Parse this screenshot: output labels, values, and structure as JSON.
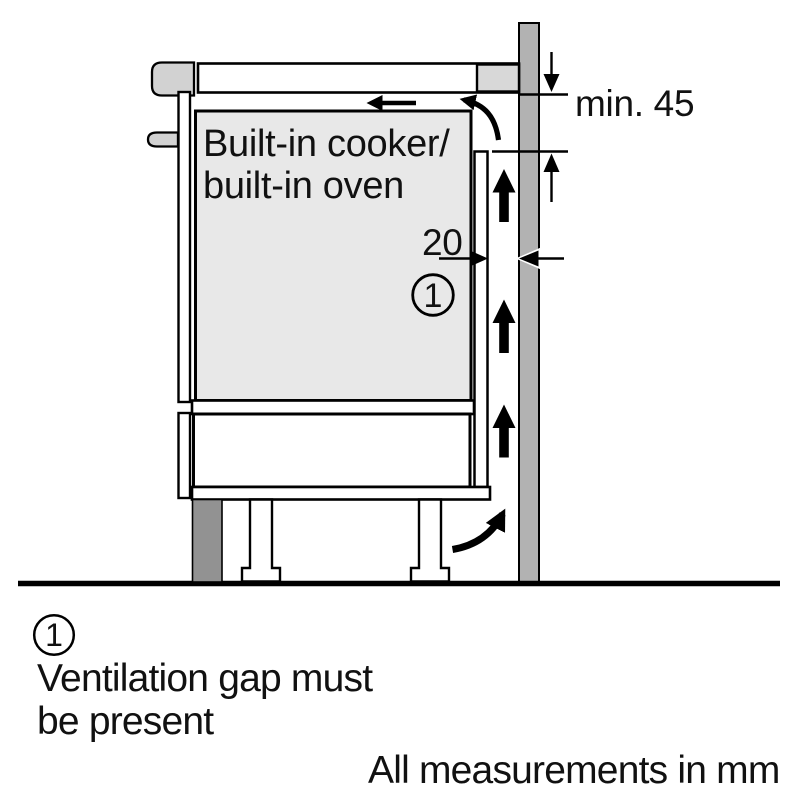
{
  "labels": {
    "oven_line1": "Built-in cooker/",
    "oven_line2": "built-in oven",
    "dim_min45": "min. 45",
    "dim_gap20": "20",
    "callout_number": "1"
  },
  "legend": {
    "symbol_number": "1",
    "text_line1": "Ventilation gap must",
    "text_line2": "be present"
  },
  "footer": {
    "note": "All measurements in mm"
  },
  "colors": {
    "background": "#ffffff",
    "outline": "#000000",
    "wall_gray": "#b2b2b2",
    "oven_compartment_gray": "#e8e8e8",
    "worktop_end_gray": "#d8d8d8",
    "hob_edge_gray": "#d2d2d2",
    "plinth_gray": "#929292"
  }
}
